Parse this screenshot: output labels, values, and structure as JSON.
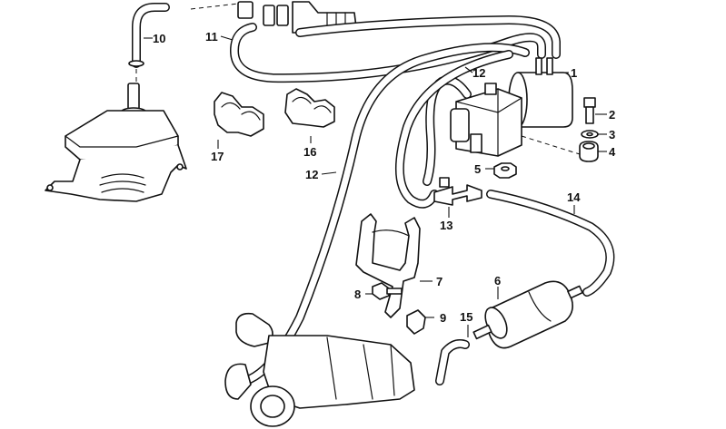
{
  "diagram": {
    "callouts": [
      {
        "id": "1",
        "text": "1"
      },
      {
        "id": "2",
        "text": "2"
      },
      {
        "id": "3",
        "text": "3"
      },
      {
        "id": "4",
        "text": "4"
      },
      {
        "id": "5",
        "text": "5"
      },
      {
        "id": "6",
        "text": "6"
      },
      {
        "id": "7",
        "text": "7"
      },
      {
        "id": "8",
        "text": "8"
      },
      {
        "id": "9",
        "text": "9"
      },
      {
        "id": "10",
        "text": "10"
      },
      {
        "id": "11",
        "text": "11"
      },
      {
        "id": "12a",
        "text": "12"
      },
      {
        "id": "12b",
        "text": "12"
      },
      {
        "id": "13",
        "text": "13"
      },
      {
        "id": "14",
        "text": "14"
      },
      {
        "id": "15",
        "text": "15"
      },
      {
        "id": "16",
        "text": "16"
      },
      {
        "id": "17",
        "text": "17"
      }
    ],
    "colors": {
      "line": "#111111",
      "background": "#ffffff"
    }
  }
}
